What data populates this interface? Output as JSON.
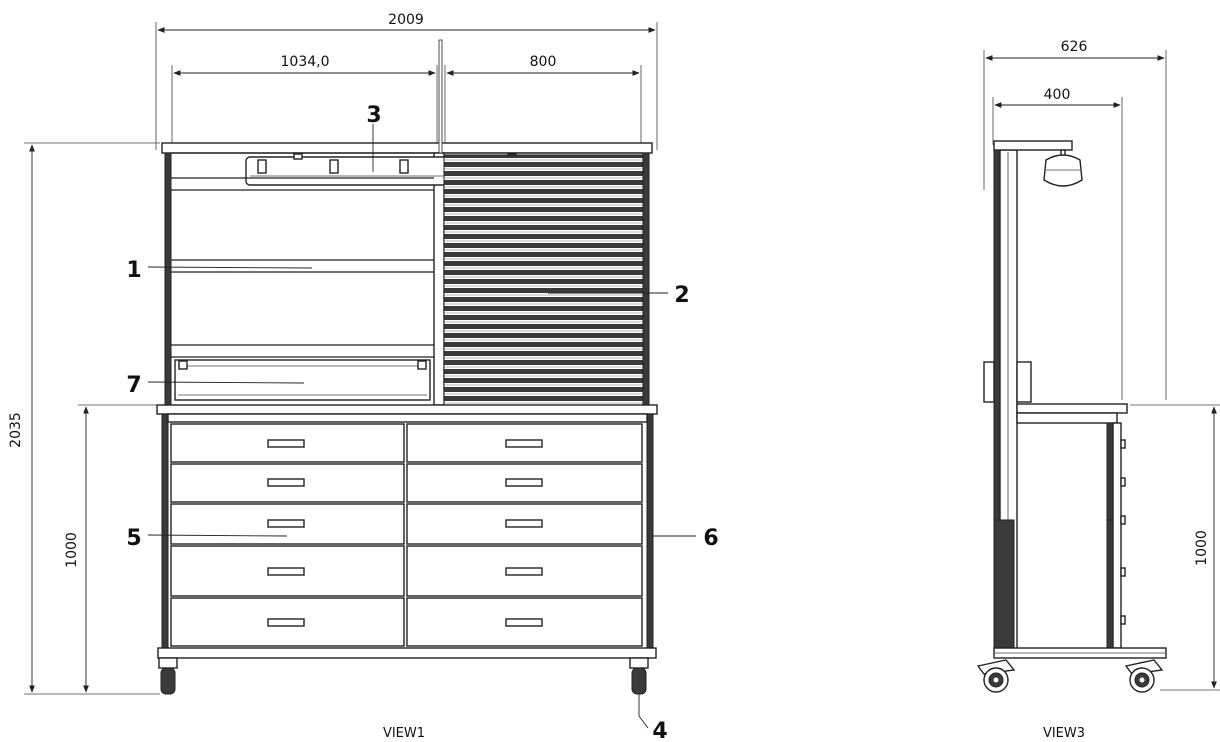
{
  "views": {
    "front": {
      "label": "VIEW1",
      "dimensions": {
        "overall_width": "2009",
        "left_section_width": "1034,0",
        "right_section_width": "800",
        "overall_height": "2035",
        "worktop_height": "1000"
      },
      "callouts": [
        "1",
        "2",
        "3",
        "4",
        "5",
        "6",
        "7"
      ],
      "drawer_rows": 5,
      "drawer_columns": 2
    },
    "side": {
      "label": "VIEW3",
      "dimensions": {
        "overall_depth": "626",
        "upper_depth": "400",
        "worktop_height": "1000"
      }
    }
  }
}
